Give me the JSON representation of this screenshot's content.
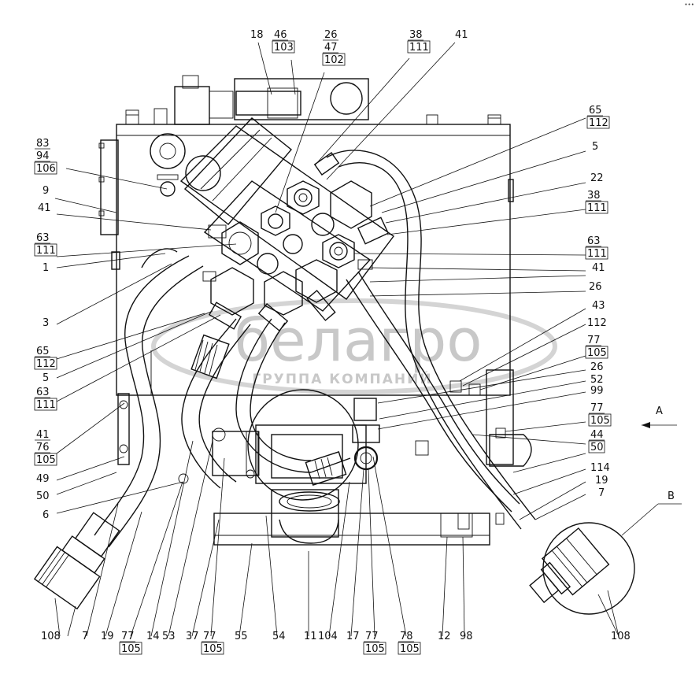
{
  "corner_mark": "•••",
  "watermark": {
    "brand": "белагро",
    "subtitle": "ГРУППА КОМПАНИЙ"
  },
  "view_labels": {
    "A": "А",
    "B": "В"
  },
  "callouts": [
    {
      "id": "c18",
      "lines": [
        "18"
      ],
      "underline_last": false
    },
    {
      "id": "c46",
      "lines": [
        "46",
        "103"
      ],
      "underline_last": true
    },
    {
      "id": "c26t",
      "lines": [
        "26",
        "47",
        "102"
      ],
      "underline_last": true
    },
    {
      "id": "c38t",
      "lines": [
        "38",
        "111"
      ],
      "underline_last": true
    },
    {
      "id": "c41t",
      "lines": [
        "41"
      ],
      "underline_last": false
    },
    {
      "id": "c83",
      "lines": [
        "83",
        "94",
        "106"
      ],
      "underline_last": true
    },
    {
      "id": "c9",
      "lines": [
        "9"
      ],
      "underline_last": false
    },
    {
      "id": "c41l",
      "lines": [
        "41"
      ],
      "underline_last": false
    },
    {
      "id": "c63l",
      "lines": [
        "63",
        "111"
      ],
      "underline_last": true
    },
    {
      "id": "c1",
      "lines": [
        "1"
      ],
      "underline_last": false
    },
    {
      "id": "c3",
      "lines": [
        "3"
      ],
      "underline_last": false
    },
    {
      "id": "c65l",
      "lines": [
        "65",
        "112"
      ],
      "underline_last": true
    },
    {
      "id": "c5l",
      "lines": [
        "5"
      ],
      "underline_last": false
    },
    {
      "id": "c63l2",
      "lines": [
        "63",
        "111"
      ],
      "underline_last": true
    },
    {
      "id": "c41l2",
      "lines": [
        "41",
        "76",
        "105"
      ],
      "underline_last": true
    },
    {
      "id": "c49",
      "lines": [
        "49"
      ],
      "underline_last": false
    },
    {
      "id": "c50l",
      "lines": [
        "50"
      ],
      "underline_last": false
    },
    {
      "id": "c6",
      "lines": [
        "6"
      ],
      "underline_last": false
    },
    {
      "id": "c65r",
      "lines": [
        "65",
        "112"
      ],
      "underline_last": true
    },
    {
      "id": "c5r",
      "lines": [
        "5"
      ],
      "underline_last": false
    },
    {
      "id": "c22",
      "lines": [
        "22"
      ],
      "underline_last": false
    },
    {
      "id": "c38r",
      "lines": [
        "38",
        "111"
      ],
      "underline_last": true
    },
    {
      "id": "c63r",
      "lines": [
        "63",
        "111"
      ],
      "underline_last": true
    },
    {
      "id": "c41r",
      "lines": [
        "41"
      ],
      "underline_last": false
    },
    {
      "id": "c26r",
      "lines": [
        "26"
      ],
      "underline_last": false
    },
    {
      "id": "c43",
      "lines": [
        "43"
      ],
      "underline_last": false
    },
    {
      "id": "c112r",
      "lines": [
        "112"
      ],
      "underline_last": false
    },
    {
      "id": "c77r",
      "lines": [
        "77",
        "105"
      ],
      "underline_last": true
    },
    {
      "id": "c26r2",
      "lines": [
        "26"
      ],
      "underline_last": false
    },
    {
      "id": "c52",
      "lines": [
        "52"
      ],
      "underline_last": false
    },
    {
      "id": "c99",
      "lines": [
        "99"
      ],
      "underline_last": false
    },
    {
      "id": "c77r2",
      "lines": [
        "77",
        "105"
      ],
      "underline_last": true
    },
    {
      "id": "c44",
      "lines": [
        "44",
        "50"
      ],
      "underline_last": true
    },
    {
      "id": "c114",
      "lines": [
        "114"
      ],
      "underline_last": false
    },
    {
      "id": "c19r",
      "lines": [
        "19"
      ],
      "underline_last": false
    },
    {
      "id": "c7r",
      "lines": [
        "7"
      ],
      "underline_last": false
    },
    {
      "id": "c108l",
      "lines": [
        "108"
      ],
      "underline_last": false
    },
    {
      "id": "c7b",
      "lines": [
        "7"
      ],
      "underline_last": false
    },
    {
      "id": "c19b",
      "lines": [
        "19"
      ],
      "underline_last": false
    },
    {
      "id": "c77b",
      "lines": [
        "77",
        "105"
      ],
      "underline_last": true
    },
    {
      "id": "c14",
      "lines": [
        "14"
      ],
      "underline_last": false
    },
    {
      "id": "c53",
      "lines": [
        "53"
      ],
      "underline_last": false
    },
    {
      "id": "c37",
      "lines": [
        "37"
      ],
      "underline_last": false
    },
    {
      "id": "c77b2",
      "lines": [
        "77",
        "105"
      ],
      "underline_last": true
    },
    {
      "id": "c55",
      "lines": [
        "55"
      ],
      "underline_last": false
    },
    {
      "id": "c54",
      "lines": [
        "54"
      ],
      "underline_last": false
    },
    {
      "id": "c11",
      "lines": [
        "11"
      ],
      "underline_last": false
    },
    {
      "id": "c104",
      "lines": [
        "104"
      ],
      "underline_last": false
    },
    {
      "id": "c17",
      "lines": [
        "17"
      ],
      "underline_last": false
    },
    {
      "id": "c77b3",
      "lines": [
        "77",
        "105"
      ],
      "underline_last": true
    },
    {
      "id": "c78",
      "lines": [
        "78",
        "105"
      ],
      "underline_last": true
    },
    {
      "id": "c12",
      "lines": [
        "12"
      ],
      "underline_last": false
    },
    {
      "id": "c98",
      "lines": [
        "98"
      ],
      "underline_last": false
    },
    {
      "id": "c108r",
      "lines": [
        "108"
      ],
      "underline_last": false
    }
  ]
}
